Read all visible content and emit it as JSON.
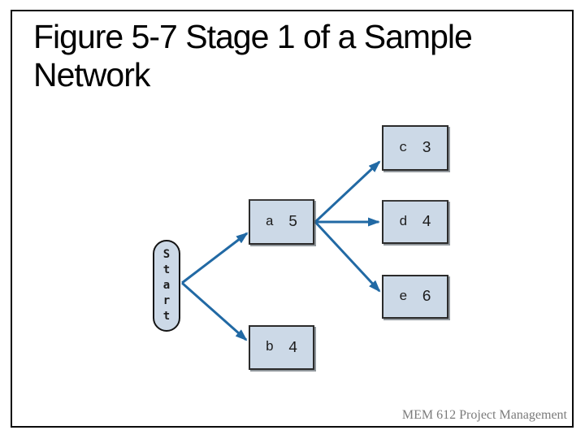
{
  "slide": {
    "title": "Figure 5-7 Stage 1 of a Sample Network",
    "footer": "MEM 612 Project Management"
  },
  "diagram": {
    "start": {
      "label": "Start"
    },
    "nodes": {
      "a": {
        "label": "a",
        "value": "5"
      },
      "b": {
        "label": "b",
        "value": "4"
      },
      "c": {
        "label": "c",
        "value": "3"
      },
      "d": {
        "label": "d",
        "value": "4"
      },
      "e": {
        "label": "e",
        "value": "6"
      }
    },
    "edges": [
      {
        "from": "start",
        "to": "a"
      },
      {
        "from": "start",
        "to": "b"
      },
      {
        "from": "a",
        "to": "c"
      },
      {
        "from": "a",
        "to": "d"
      },
      {
        "from": "a",
        "to": "e"
      }
    ],
    "colors": {
      "node_fill": "#ccd9e7",
      "node_border": "#2b2b2b",
      "arrow": "#2169a4",
      "slide_border": "#0b0b0b",
      "footer_text": "#7b7b7b",
      "title_text": "#000000"
    }
  }
}
